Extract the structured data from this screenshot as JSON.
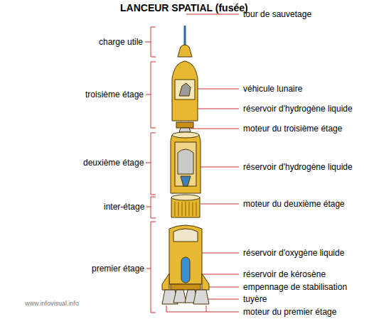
{
  "diagram": {
    "title": "LANCEUR SPATIAL (fusée)",
    "labels": [
      "charge utile",
      "troisième étage",
      "deuxième étage",
      "inter-étage",
      "premier étage",
      "tour de sauvetage",
      "véhicule lunaire",
      "réservoir d'hydrogène liquide",
      "moteur du troisième étage",
      "réservoir d'hydrogène liquide",
      "moteur du deuxième étage",
      "réservoir d'oxygène liquide",
      "réservoir de kérosène",
      "empennage de stabilisation",
      "tuyère",
      "moteur du premier étage",
      "www.infovisual.info"
    ]
  }
}
